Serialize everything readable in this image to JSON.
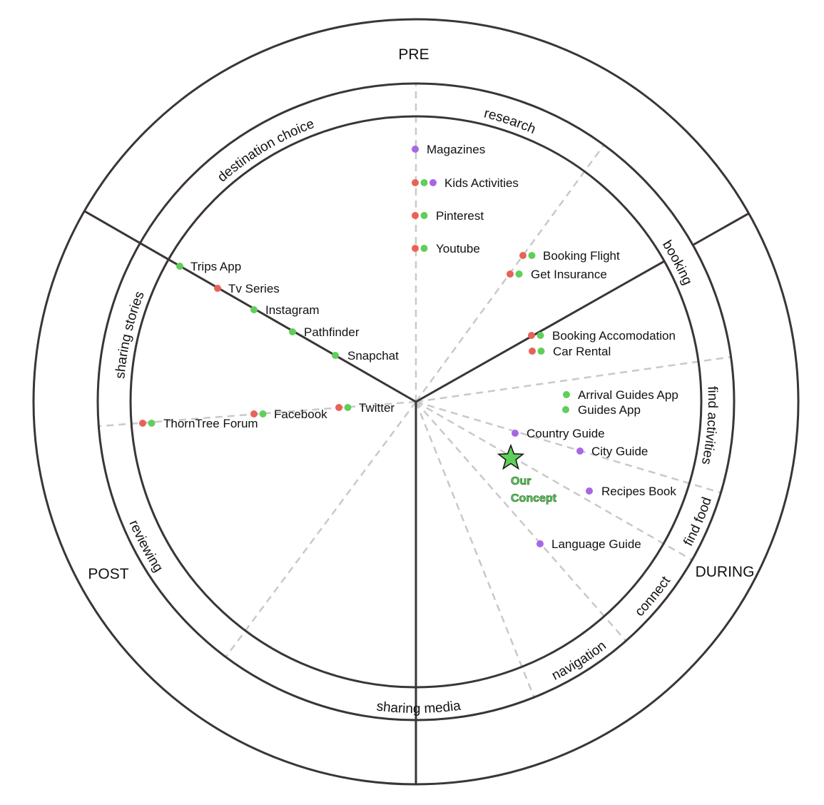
{
  "colors": {
    "red": "#e8625a",
    "green": "#5fcf5a",
    "purple": "#a866e6",
    "line": "#3b3536",
    "dash": "#c9c9c9"
  },
  "phases": [
    "PRE",
    "DURING",
    "POST"
  ],
  "stages": [
    "research",
    "booking",
    "find activities",
    "find food",
    "connect",
    "navigation",
    "sharing media",
    "reviewing",
    "sharing stories",
    "destination choice"
  ],
  "items": [
    {
      "label": "Magazines",
      "dots": [
        "purple"
      ]
    },
    {
      "label": "Kids Activities",
      "dots": [
        "red",
        "green",
        "purple"
      ]
    },
    {
      "label": "Pinterest",
      "dots": [
        "red",
        "green"
      ]
    },
    {
      "label": "Youtube",
      "dots": [
        "red",
        "green"
      ]
    },
    {
      "label": "Booking Flight",
      "dots": [
        "red",
        "green"
      ]
    },
    {
      "label": "Get Insurance",
      "dots": [
        "red",
        "green"
      ]
    },
    {
      "label": "Booking Accomodation",
      "dots": [
        "red",
        "green"
      ]
    },
    {
      "label": "Car Rental",
      "dots": [
        "red",
        "green"
      ]
    },
    {
      "label": "Arrival Guides App",
      "dots": [
        "green"
      ]
    },
    {
      "label": "Guides App",
      "dots": [
        "green"
      ]
    },
    {
      "label": "Country Guide",
      "dots": [
        "purple"
      ]
    },
    {
      "label": "City Guide",
      "dots": [
        "purple"
      ]
    },
    {
      "label": "Recipes Book",
      "dots": [
        "purple"
      ]
    },
    {
      "label": "Language Guide",
      "dots": [
        "purple"
      ]
    },
    {
      "label": "Trips App",
      "dots": [
        "green"
      ]
    },
    {
      "label": "Tv Series",
      "dots": [
        "red"
      ]
    },
    {
      "label": "Instagram",
      "dots": [
        "green"
      ]
    },
    {
      "label": "Pathfinder",
      "dots": [
        "green"
      ]
    },
    {
      "label": "Snapchat",
      "dots": [
        "green"
      ]
    },
    {
      "label": "Twitter",
      "dots": [
        "red",
        "green"
      ]
    },
    {
      "label": "Facebook",
      "dots": [
        "red",
        "green"
      ]
    },
    {
      "label": "ThornTree Forum",
      "dots": [
        "red",
        "green"
      ]
    }
  ],
  "concept": {
    "icon": "star-icon",
    "line1": "Our",
    "line2": "Concept"
  }
}
